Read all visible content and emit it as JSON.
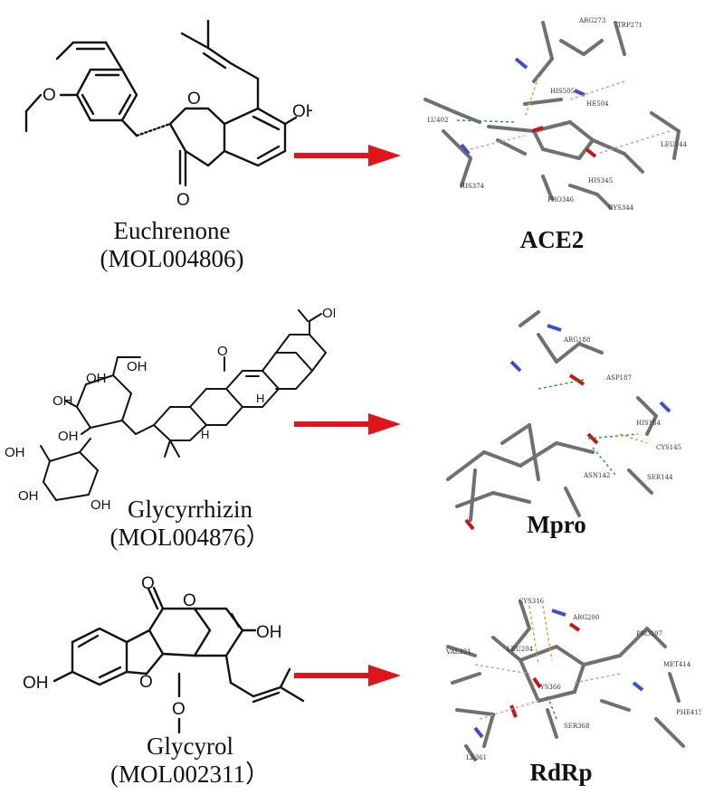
{
  "rows": [
    {
      "compound_name": "Euchrenone",
      "compound_id": "(MOL004806)",
      "target": "ACE2",
      "residues": [
        "ARG273",
        "TRP271",
        "HIS505",
        "HE504",
        "LU402",
        "HIS374",
        "PRO346",
        "HIS345",
        "CYS344",
        "LEU144"
      ]
    },
    {
      "compound_name": "Glycyrrhizin",
      "compound_id": "(MOL004876）",
      "target": "Mpro",
      "residues": [
        "ARG188",
        "ASP187",
        "HIS164",
        "CYS145",
        "SER144",
        "ASN142"
      ]
    },
    {
      "compound_name": "Glycyrol",
      "compound_id": "(MOL002311）",
      "target": "RdRp",
      "residues": [
        "CYS316",
        "ARG200",
        "PRO197",
        "MET414",
        "VAL321",
        "LEU204",
        "YS366",
        "SER368",
        "PHE415",
        "LE361"
      ]
    }
  ],
  "atom_labels": {
    "o": "O",
    "oh": "OH",
    "h": "H"
  },
  "colors": {
    "arrow": "#e0141b",
    "carbon": "#6e6e6e",
    "oxygen": "#c81414",
    "nitrogen": "#3a4fd0",
    "hbond": "#22a532",
    "hydrophobic": "#e58fb0",
    "sulfur": "#e3a12a"
  }
}
